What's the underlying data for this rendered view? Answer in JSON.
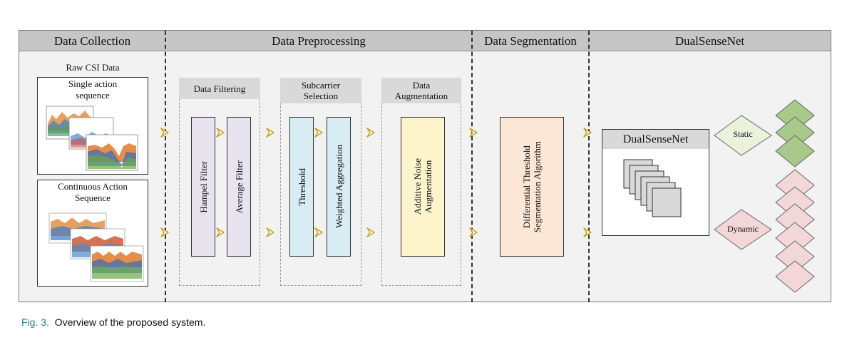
{
  "stages": {
    "collection": "Data Collection",
    "preprocessing": "Data Preprocessing",
    "segmentation": "Data Segmentation",
    "network": "DualSenseNet"
  },
  "collection": {
    "raw_title": "Raw CSI Data",
    "single_line1": "Single action",
    "single_line2": "sequence",
    "continuous_line1": "Continuous Action",
    "continuous_line2": "Sequence"
  },
  "filtering": {
    "title": "Data Filtering",
    "hampel": "Hampel Filter",
    "average": "Average Filter"
  },
  "subcarrier": {
    "title_line1": "Subcarrier",
    "title_line2": "Selection",
    "threshold": "Threshold",
    "weighted": "Weighted Aggregation"
  },
  "augmentation": {
    "title_line1": "Data",
    "title_line2": "Augmentation",
    "noise_line1": "Additive Noise",
    "noise_line2": "Augmentation"
  },
  "segmentation": {
    "line1": "Differential Threshold",
    "line2": "Segmentation Algorithm"
  },
  "network": {
    "box_title": "DualSenseNet",
    "static": "Static",
    "dynamic": "Dynamic"
  },
  "colors": {
    "purple": "#e8e4ef",
    "blue": "#d8ecf4",
    "yellow": "#fdf4cc",
    "peach": "#fce6d6",
    "green": "#a9c98a",
    "pink": "#f3d6d8",
    "static_fill": "#eaf2dc",
    "dynamic_fill": "#f3d6d8",
    "chevron": "#c8a020"
  },
  "caption": {
    "label": "Fig. 3.",
    "text": "Overview of the proposed system."
  }
}
